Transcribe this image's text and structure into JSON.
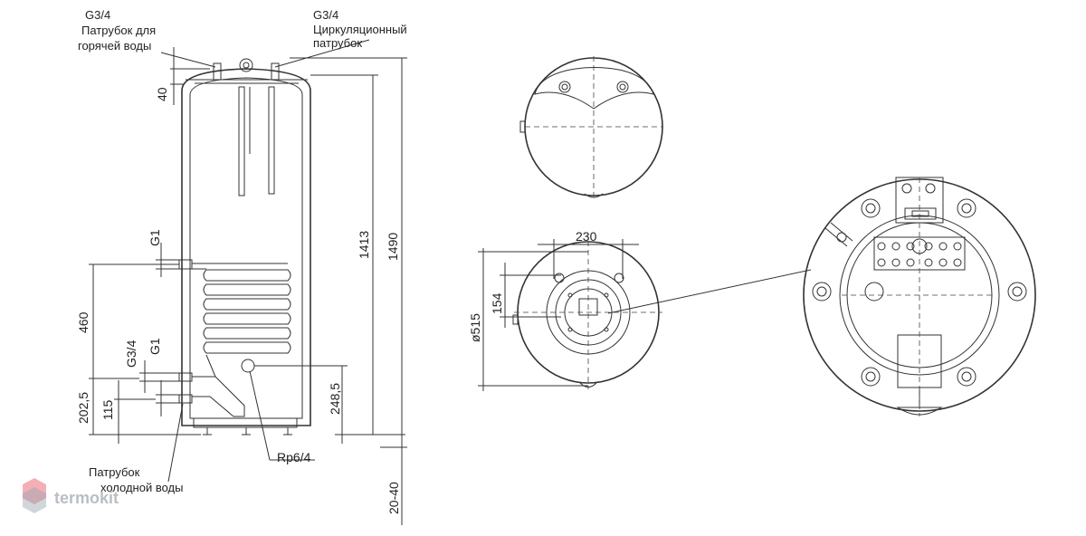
{
  "labels": {
    "hot_thread": "G3/4",
    "hot_line1": "Патрубок для",
    "hot_line2": "горячей воды",
    "circ_thread": "G3/4",
    "circ_line1": "Циркуляционный",
    "circ_line2": "патрубок",
    "cold_line1": "Патрубок",
    "cold_line2": "холодной воды",
    "rp": "Rp6/4",
    "g1_top": "G1",
    "g34_bottom": "G3/4",
    "g1_bottom": "G1"
  },
  "dimensions": {
    "d40": "40",
    "d460": "460",
    "d202": "202,5",
    "d115": "115",
    "d248": "248,5",
    "d1413": "1413",
    "d1490": "1490",
    "d2040": "20-40",
    "d230": "230",
    "d154": "154",
    "d515": "ø515"
  },
  "watermark": {
    "text": "termokit",
    "color": "#e8707a"
  }
}
